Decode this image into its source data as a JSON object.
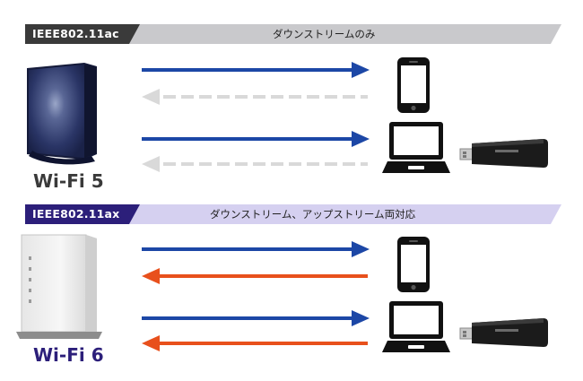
{
  "sections": [
    {
      "standard": "IEEE802.11ac",
      "mode": "ダウンストリームのみ",
      "label": "Wi-Fi 5",
      "label_color": "#3a3a3a",
      "tag_color": "#3a3a3a",
      "band_color": "#c9c9cc",
      "upload_active": false
    },
    {
      "standard": "IEEE802.11ax",
      "mode": "ダウンストリーム、アップストリーム両対応",
      "label": "Wi-Fi 6",
      "label_color": "#2c1f7a",
      "tag_color": "#2c1f7a",
      "band_color": "#d5d0f0",
      "upload_active": true
    }
  ],
  "colors": {
    "download": "#1c47a6",
    "upload_active": "#e8501c",
    "upload_inactive": "#d9d9d9"
  },
  "icons": [
    "router-wifi5",
    "router-wifi6",
    "smartphone-icon",
    "laptop-icon",
    "usb-adapter-icon"
  ]
}
